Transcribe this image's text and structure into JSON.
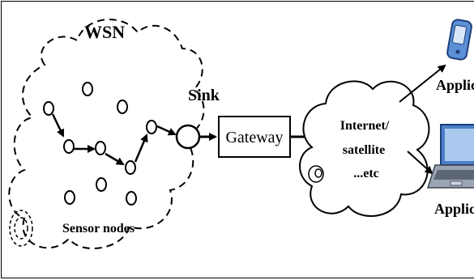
{
  "diagram": {
    "title": "WSN",
    "sink_label": "Sink",
    "gateway_label": "Gateway",
    "internet_line1": "Internet/",
    "internet_line2": "satellite",
    "internet_line3": "...etc",
    "sensor_nodes_label": "Sensor nodes",
    "app_label_top": "Applica",
    "app_label_bottom": "Applica"
  },
  "colors": {
    "stroke": "#000000",
    "device_blue": "#5b8fd6",
    "device_screen": "#a9c9ef",
    "device_gray": "#9aa4b3"
  }
}
